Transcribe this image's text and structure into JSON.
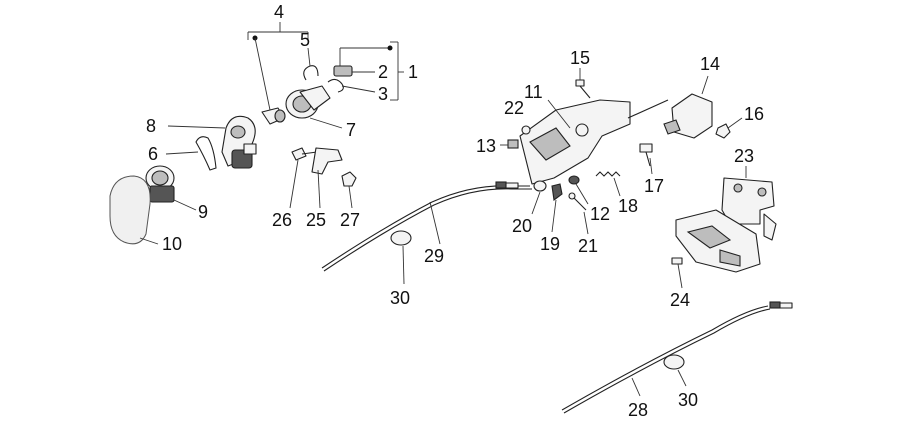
{
  "diagram": {
    "labels": {
      "l1": "1",
      "l2": "2",
      "l3": "3",
      "l4": "4",
      "l5": "5",
      "l6": "6",
      "l7": "7",
      "l8": "8",
      "l9": "9",
      "l10": "10",
      "l11": "11",
      "l12": "12",
      "l13": "13",
      "l14": "14",
      "l15": "15",
      "l16": "16",
      "l17": "17",
      "l18": "18",
      "l19": "19",
      "l20": "20",
      "l21": "21",
      "l22": "22",
      "l23": "23",
      "l24": "24",
      "l25": "25",
      "l26": "26",
      "l27": "27",
      "l28": "28",
      "l29": "29",
      "l30a": "30",
      "l30b": "30"
    }
  }
}
